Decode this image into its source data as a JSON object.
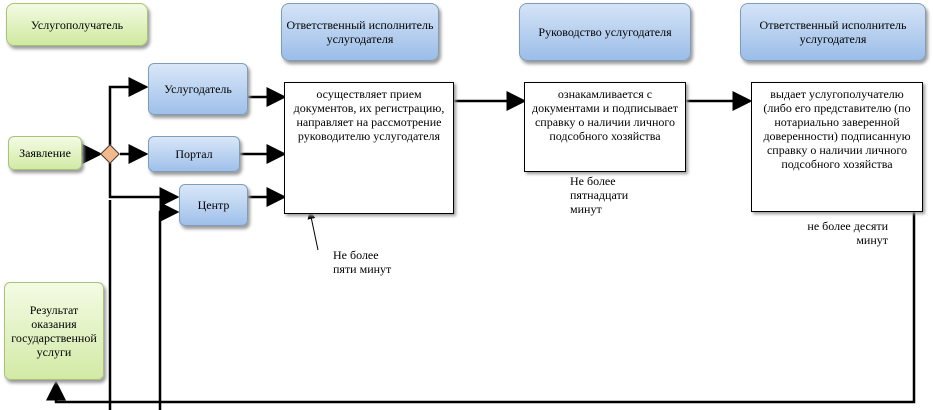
{
  "lanes": {
    "recipient": "Услугополучатель",
    "responsible_1": "Ответственный исполнитель услугодателя",
    "management": "Руководство услугодателя",
    "responsible_2": "Ответственный исполнитель услугодателя"
  },
  "inputs": {
    "application": "Заявление",
    "provider": "Услугодатель",
    "portal": "Портал",
    "center": "Центр"
  },
  "result": "Результат оказания государственной услуги",
  "steps": {
    "step1": "осуществляет прием документов, их регистрацию, направляет на рассмотрение руководителю услугодателя",
    "step2": "ознакамливается с документами и подписывает справку о наличии личного подсобного хозяйства",
    "step3": "выдает услугополучателю (либо его представителю (по нотариально заверенной доверенности) подписанную справку о наличии личного подсобного хозяйства"
  },
  "timings": {
    "t1": "Не более пяти минут",
    "t2": "Не более пятнадцати минут",
    "t3": "не более десяти минут"
  },
  "colors": {
    "lane_blue": "#9bbde8",
    "lane_green": "#cfe9a0",
    "gateway": "#f2b98d"
  }
}
